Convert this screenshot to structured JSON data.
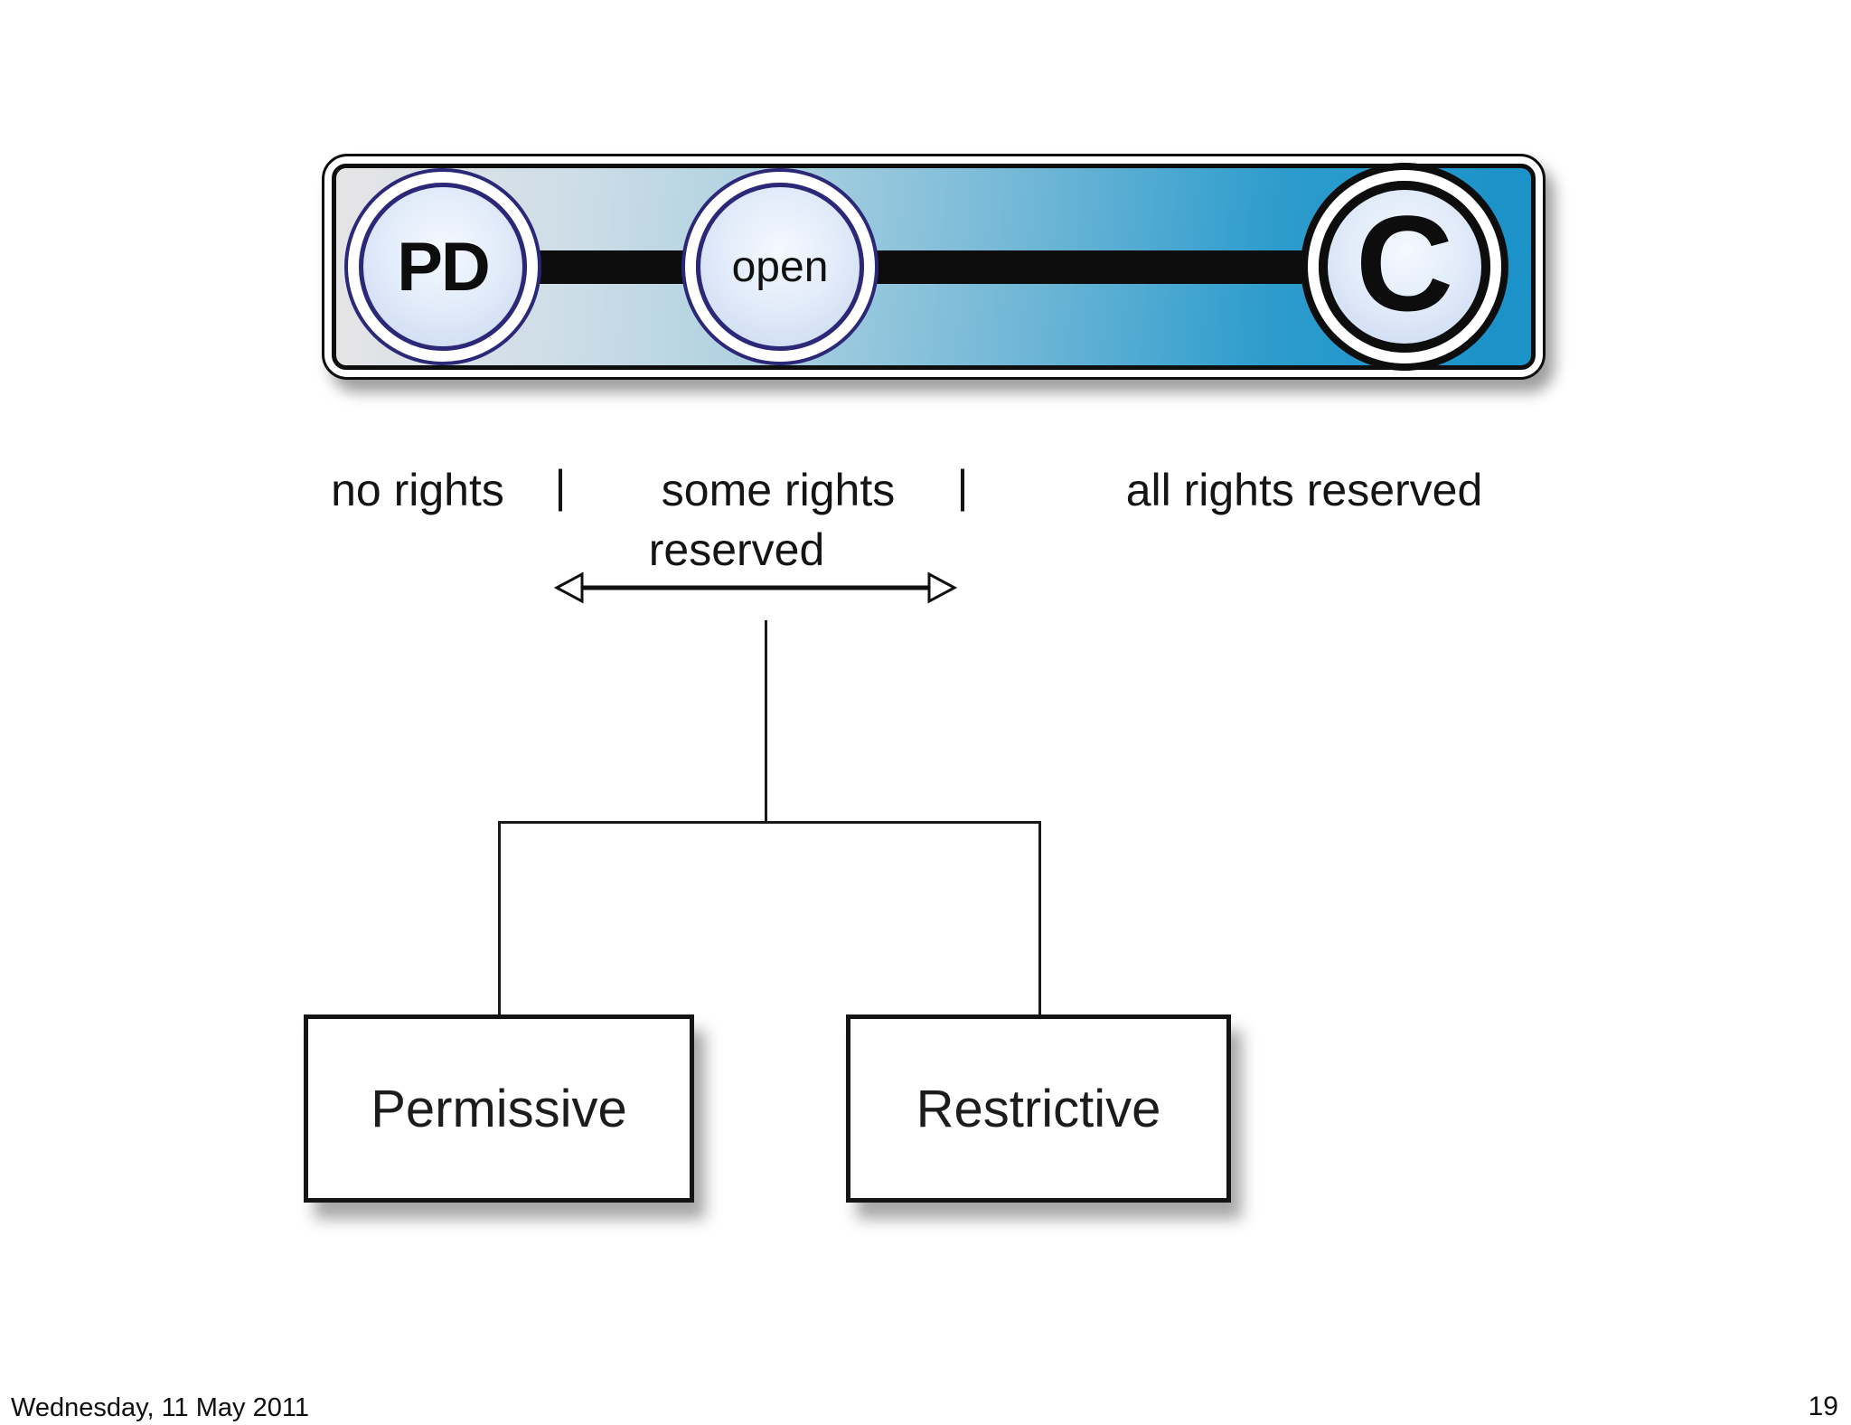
{
  "slide": {
    "spectrum_bar": {
      "nodes": [
        {
          "id": "public-domain",
          "label": "PD"
        },
        {
          "id": "open",
          "label": "open"
        },
        {
          "id": "copyright",
          "label": "C"
        }
      ]
    },
    "labels": {
      "no_rights": "no rights",
      "separator_1": "|",
      "some_rights_line1": "some rights",
      "separator_2": "|",
      "all_rights": "all rights reserved",
      "some_rights_line2": "reserved"
    },
    "tree": {
      "left_box": "Permissive",
      "right_box": "Restrictive"
    },
    "footer": {
      "date": "Wednesday, 11 May 2011",
      "page_number": "19"
    }
  },
  "colors": {
    "bar-blue": "#2d9ccd",
    "navy": "#2b2878",
    "circle-fill-edge": "#c7d6ef"
  }
}
